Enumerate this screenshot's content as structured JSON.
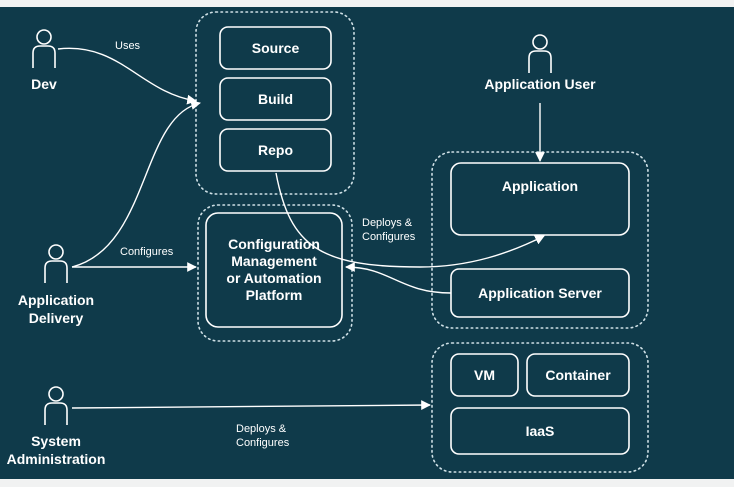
{
  "actors": {
    "dev": "Dev",
    "app_delivery": [
      "Application",
      "Delivery"
    ],
    "sys_admin": [
      "System",
      "Administration"
    ],
    "app_user": "Application User"
  },
  "boxes": {
    "source": "Source",
    "build": "Build",
    "repo": "Repo",
    "config": [
      "Configuration",
      "Management",
      "or Automation",
      "Platform"
    ],
    "application": "Application",
    "app_server": "Application Server",
    "vm": "VM",
    "container": "Container",
    "iaas": "IaaS"
  },
  "edges": {
    "uses": "Uses",
    "configures": "Configures",
    "deploys_configures_top": [
      "Deploys &",
      "Configures"
    ],
    "deploys_configures_bottom": [
      "Deploys &",
      "Configures"
    ]
  },
  "colors": {
    "background": "#0f3a4a",
    "stroke": "#ffffff",
    "page": "#f1f2f2"
  }
}
